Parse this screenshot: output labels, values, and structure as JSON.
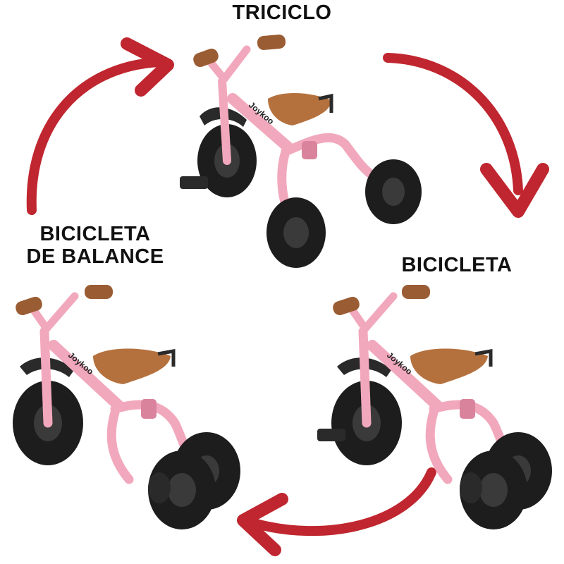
{
  "labels": {
    "tricycle": "TRICICLO",
    "bicycle": "BICICLETA",
    "balance_line1": "BICICLETA",
    "balance_line2": "DE BALANCE"
  },
  "brand_logo_text": "Joykoo",
  "colors": {
    "arrow": "#c0262f",
    "frame": "#f2a8bc",
    "frame_shade": "#d9849c",
    "tire": "#1d1d1d",
    "hub": "#3a3a3a",
    "seat": "#b5713d",
    "grip": "#9a5c33",
    "fender": "#2a2a2a"
  },
  "icons": [
    "curved-arrow-icon",
    "tricycle-image",
    "bicycle-image",
    "balance-bike-image"
  ]
}
